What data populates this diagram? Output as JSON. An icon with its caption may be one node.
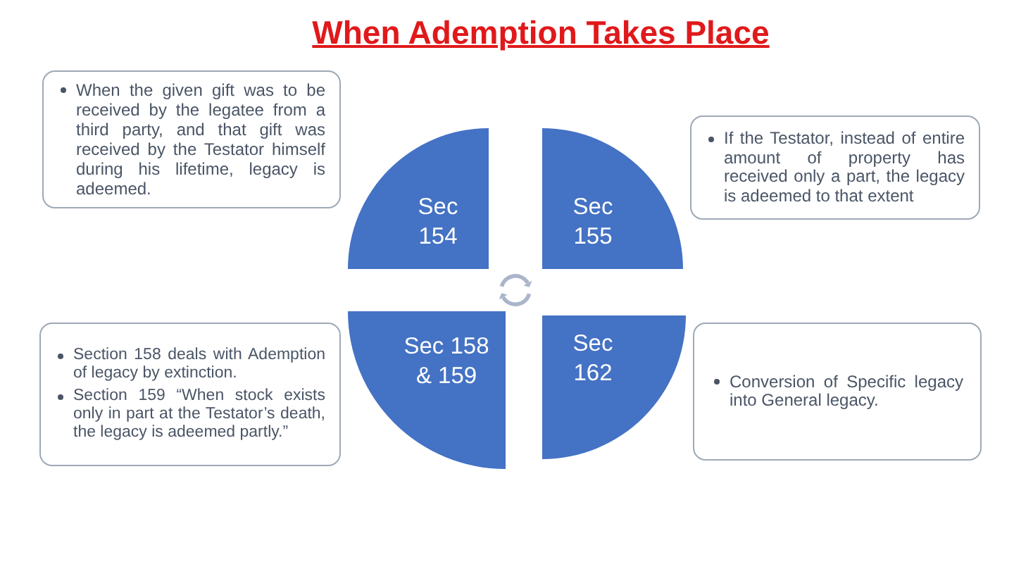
{
  "diagram": {
    "title": "When Ademption Takes Place",
    "nodes": [
      {
        "text": [
          "When the given gift was to be received by the legatee from a third party, and that gift was received by the Testator himself during his lifetime, legacy is adeemed."
        ]
      },
      {
        "text": [
          "Sec 154"
        ]
      },
      {
        "text": [
          "Sec 155"
        ]
      },
      {
        "text": [
          "If the Testator, instead of entire amount of property has received only a part, the legacy is adeemed to that extent"
        ]
      },
      {
        "text": [
          "Section 158 deals with Ademption of legacy by extinction.",
          "Section 159 “When stock exists only in part at the Testator’s death, the legacy is adeemed partly.”"
        ]
      },
      {
        "text": [
          "Sec 158 & 159"
        ]
      },
      {
        "text": [
          "Sec 162"
        ]
      },
      {
        "text": [
          "Conversion of Specific legacy into General legacy."
        ]
      }
    ]
  }
}
